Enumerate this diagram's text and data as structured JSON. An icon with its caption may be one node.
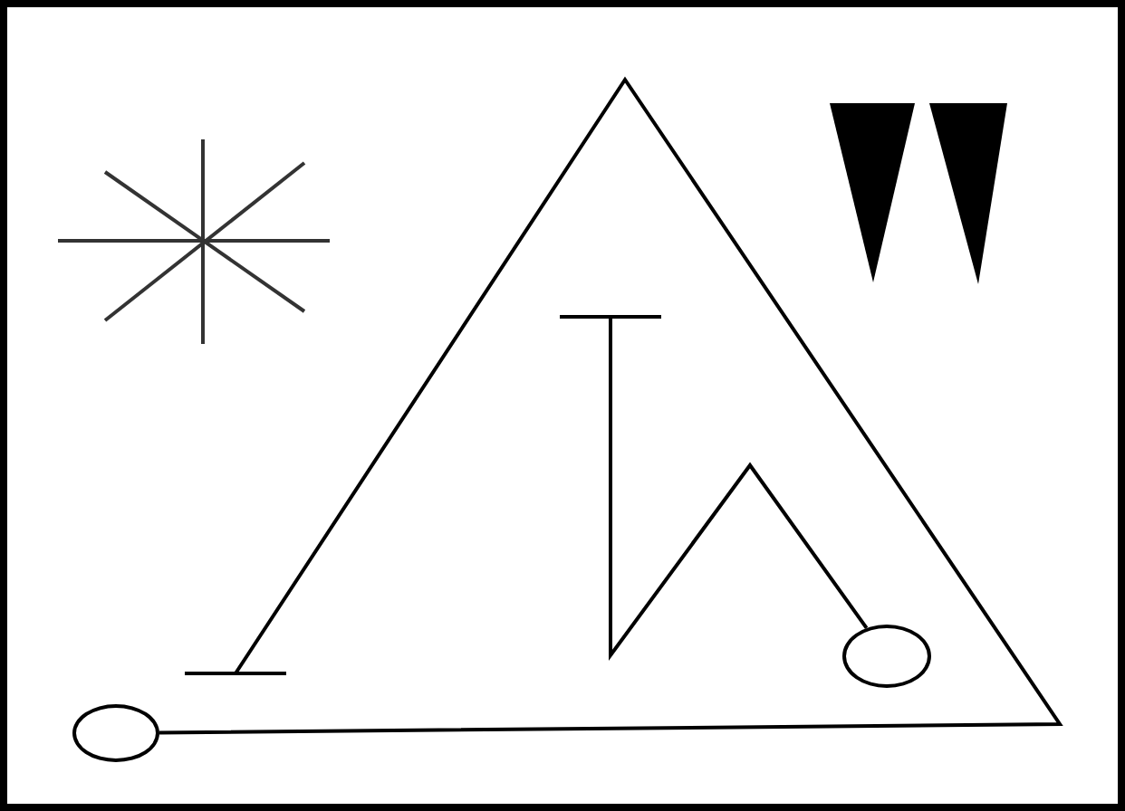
{
  "diagram": {
    "nodes": [
      {
        "text": [],
        "shape": "circle"
      },
      {
        "text": [],
        "shape": "circle"
      }
    ],
    "edges": [
      {
        "from": 0,
        "to": null,
        "arrow": "other"
      },
      {
        "from": 1,
        "to": null,
        "arrow": "other"
      }
    ]
  }
}
